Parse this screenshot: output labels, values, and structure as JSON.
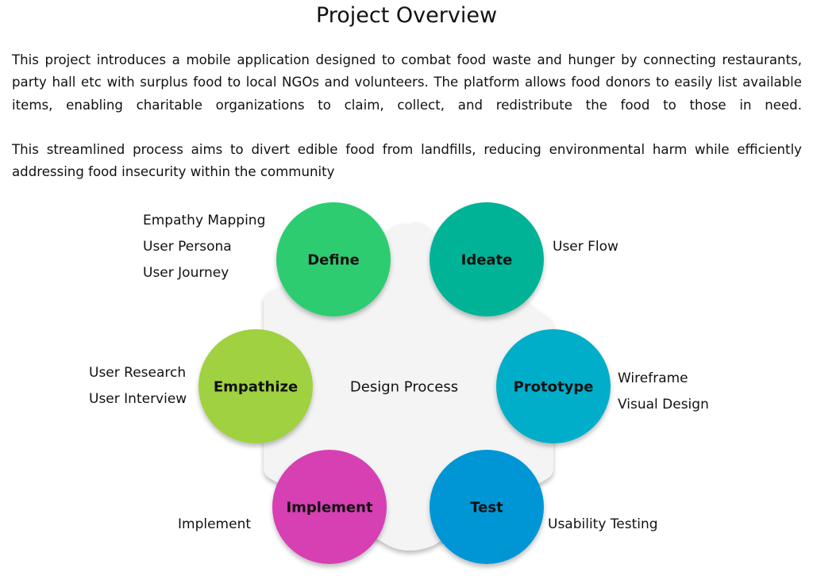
{
  "title": "Project Overview",
  "paragraphs": [
    "This project introduces a mobile application designed to combat food waste and hunger by connecting restaurants, party hall etc with surplus food to local NGOs and volunteers. The platform allows food donors to easily list available items, enabling charitable organizations to claim, collect, and redistribute the food to those in need.",
    "This streamlined process aims to divert edible food from landfills, reducing environmental harm while efficiently addressing food insecurity within the community"
  ],
  "diagram": {
    "center": "Design Process",
    "stages": [
      {
        "name": "Define",
        "color": "#2ecc71",
        "items": [
          "Empathy Mapping",
          "User Persona",
          "User Journey"
        ]
      },
      {
        "name": "Ideate",
        "color": "#00b396",
        "items": [
          "User Flow"
        ]
      },
      {
        "name": "Prototype",
        "color": "#00aec9",
        "items": [
          "Wireframe",
          "Visual Design"
        ]
      },
      {
        "name": "Test",
        "color": "#0096d6",
        "items": [
          "Usability Testing"
        ]
      },
      {
        "name": "Implement",
        "color": "#d63fb3",
        "items": [
          "Implement"
        ]
      },
      {
        "name": "Empathize",
        "color": "#9fd13f",
        "items": [
          "User Research",
          "User Interview"
        ]
      }
    ]
  }
}
